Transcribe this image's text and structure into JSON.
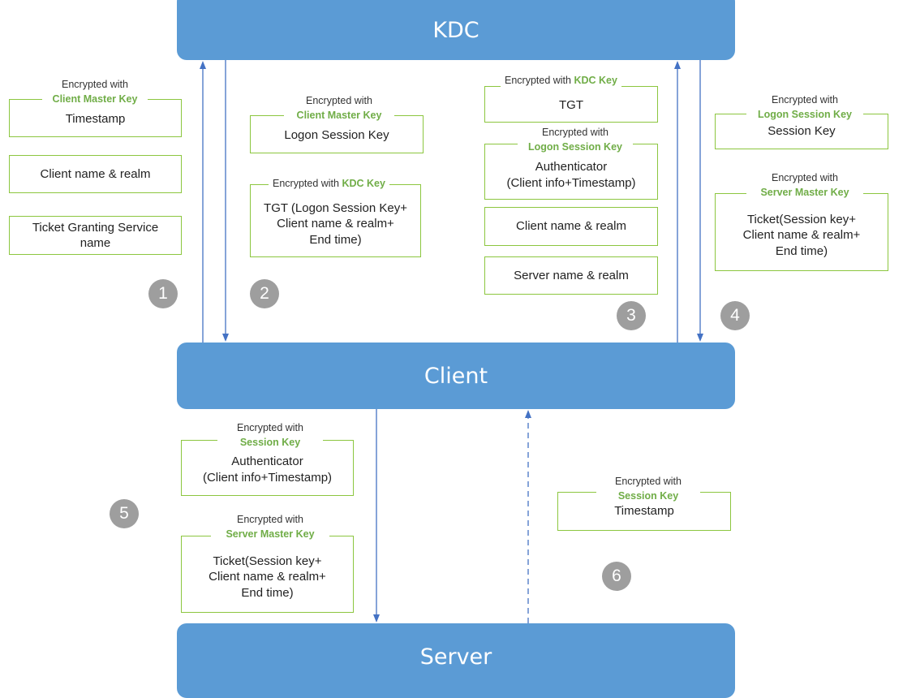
{
  "nodes": {
    "kdc": "KDC",
    "client": "Client",
    "server": "Server"
  },
  "steps": [
    "1",
    "2",
    "3",
    "4",
    "5",
    "6"
  ],
  "encrypted_prefix": "Encrypted with",
  "keys": {
    "client_master_key": "Client Master Key",
    "kdc_key": "KDC Key",
    "logon_session_key": "Logon Session Key",
    "server_master_key": "Server Master Key",
    "session_key": "Session Key"
  },
  "step1": {
    "timestamp": "Timestamp",
    "client_name_realm": "Client name & realm",
    "tgs_name_line1": "Ticket Granting Service",
    "tgs_name_line2": "name"
  },
  "step2": {
    "logon_session_key": "Logon Session Key",
    "tgt_line1": "TGT (Logon  Session  Key+",
    "tgt_line2": "Client name & realm+",
    "tgt_line3": "End time)"
  },
  "step3": {
    "tgt": "TGT",
    "authenticator_line1": "Authenticator",
    "authenticator_line2": "(Client info+Timestamp)",
    "client_name_realm": "Client name & realm",
    "server_name_realm": "Server name & realm"
  },
  "step4": {
    "session_key": "Session Key",
    "ticket_line1": "Ticket(Session key+",
    "ticket_line2": "Client name & realm+",
    "ticket_line3": "End time)"
  },
  "step5": {
    "authenticator_line1": "Authenticator",
    "authenticator_line2": "(Client info+Timestamp)",
    "ticket_line1": "Ticket(Session key+",
    "ticket_line2": "Client name & realm+",
    "ticket_line3": "End time)"
  },
  "step6": {
    "timestamp": "Timestamp"
  },
  "colors": {
    "node_fill": "#5b9bd5",
    "box_border": "#8cc63f",
    "key_text": "#70ad47",
    "arrow": "#4472c4",
    "badge": "#9e9e9e"
  }
}
